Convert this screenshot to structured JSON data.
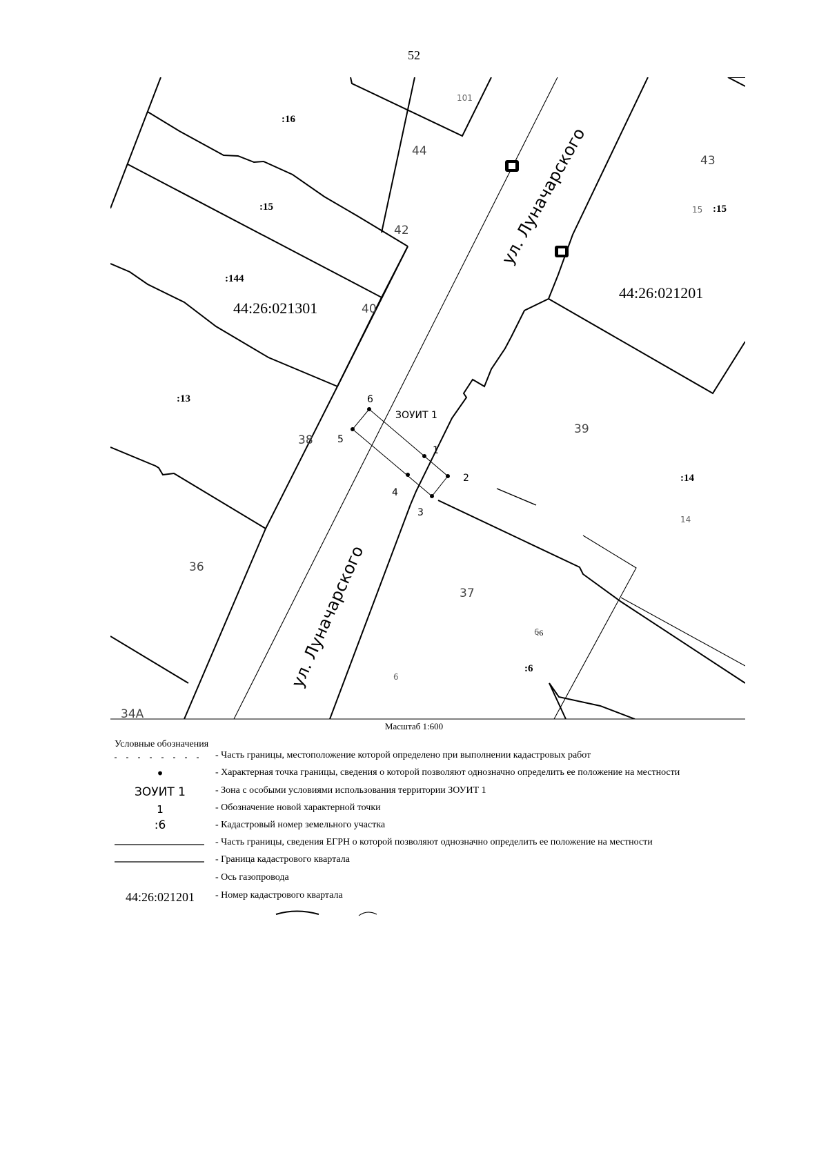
{
  "page_number": "52",
  "map": {
    "quarters": [
      "44:26:021301",
      "44:26:021201"
    ],
    "street_name": "ул. Луначарского",
    "parcels": [
      ":16",
      ":15",
      ":144",
      ":13",
      ":14",
      ":6",
      ":15",
      ":6"
    ],
    "buildings": [
      "101",
      "44",
      "42",
      "40",
      "38",
      "36",
      "34А",
      "43",
      "15",
      "39",
      "14",
      "37",
      "6",
      "6"
    ],
    "zone_label": "ЗОУИТ 1",
    "points": [
      "1",
      "2",
      "3",
      "4",
      "5",
      "6"
    ],
    "scale": "Масштаб 1:600",
    "colors": {
      "lines": "#000000",
      "background": "#ffffff"
    }
  },
  "legend": {
    "title": "Условные обозначения",
    "items": [
      {
        "symbol": "",
        "text": "- Часть границы, местоположение которой определено при выполнении кадастровых работ"
      },
      {
        "symbol": "•",
        "text": "- Характерная точка границы, сведения о которой позволяют однозначно определить ее положение на местности"
      },
      {
        "symbol": "ЗОУИТ 1",
        "text": "- Зона с особыми условиями использования территории ЗОУИТ 1"
      },
      {
        "symbol": "1",
        "text": "- Обозначение новой характерной точки"
      },
      {
        "symbol": ":6",
        "text": "- Кадастровый номер земельного участка"
      },
      {
        "symbol": "",
        "text": "- Часть границы, сведения ЕГРН о которой позволяют однозначно определить ее положение на местности"
      },
      {
        "symbol": "",
        "text": "- Граница кадастрового квартала"
      },
      {
        "symbol": "",
        "text": "- Ось газопровода"
      },
      {
        "symbol": "44:26:021201",
        "text": "- Номер кадастрового квартала"
      }
    ]
  }
}
